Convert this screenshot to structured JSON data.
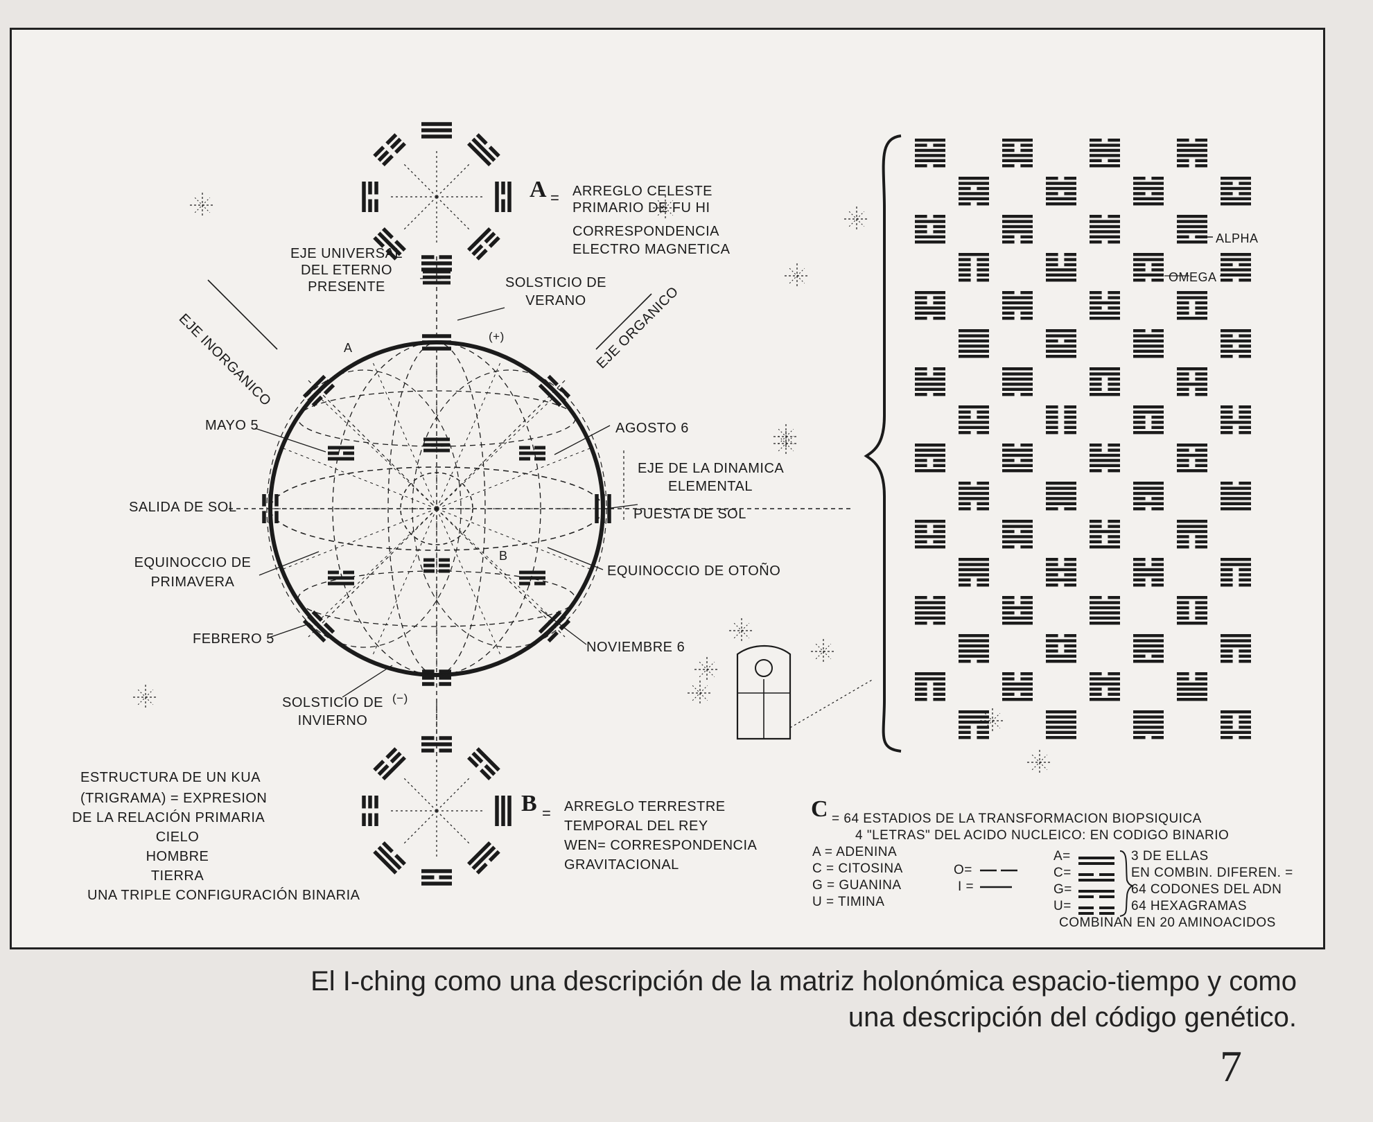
{
  "diagram_A": {
    "letter": "A",
    "eq": "=",
    "title": [
      "ARREGLO CELESTE",
      "PRIMARIO DE FU HI"
    ],
    "subtitle": [
      "CORRESPONDENCIA",
      "ELECTRO MAGNETICA"
    ]
  },
  "diagram_B": {
    "letter": "B",
    "eq": "=",
    "title": [
      "ARREGLO  TERRESTRE",
      "TEMPORAL  DEL REY",
      "WEN= CORRESPONDENCIA",
      "GRAVITACIONAL"
    ]
  },
  "circle_labels": {
    "eje_universal": [
      "EJE UNIVERSAL",
      "DEL ETERNO",
      "PRESENTE"
    ],
    "eje_inorganico": "EJE INORGANICO",
    "eje_organico": "EJE ORGANICO",
    "solsticio_verano": [
      "SOLSTICIO DE",
      "VERANO"
    ],
    "plus": "(+)",
    "minus": "(−)",
    "letter_a": "A",
    "letter_b": "B",
    "mayo": "MAYO 5",
    "agosto": "AGOSTO 6",
    "eje_dinamica": [
      "EJE DE LA DINAMICA",
      "ELEMENTAL"
    ],
    "salida": "SALIDA  DE SOL",
    "puesta": "PUESTA  DE SOL",
    "equinoccio_primavera": [
      "EQUINOCCIO DE",
      "PRIMAVERA"
    ],
    "equinoccio_otono": "EQUINOCCIO DE OTOÑO",
    "febrero": "FEBRERO 5",
    "noviembre": "NOVIEMBRE 6",
    "solsticio_invierno": [
      "SOLSTICIO DE",
      "INVIERNO"
    ]
  },
  "kua": {
    "lines": [
      "ESTRUCTURA DE UN KUA",
      "(TRIGRAMA) =  EXPRESION",
      "DE LA  RELACIÓN PRIMARIA",
      "CIELO",
      "HOMBRE",
      "TIERRA",
      "UNA TRIPLE  CONFIGURACIÓN  BINARIA"
    ]
  },
  "hexagram_grid": {
    "alpha": "ALPHA",
    "omega": "OMEGA"
  },
  "diagram_C": {
    "letter": "C",
    "title": "= 64 ESTADIOS DE LA TRANSFORMACION BIOPSIQUICA",
    "subtitle": "4 \"LETRAS\" DEL ACIDO NUCLEICO: EN CODIGO BINARIO",
    "bases": [
      "A = ADENINA",
      "C = CITOSINA",
      "G = GUANINA",
      "U = TIMINA"
    ],
    "binary": [
      "O=",
      "I ="
    ],
    "codes": [
      "A=",
      "C=",
      "G=",
      "U="
    ],
    "notes": [
      "3 DE ELLAS",
      "EN COMBIN. DIFEREN. =",
      "64 CODONES DEL ADN",
      "64 HEXAGRAMAS"
    ],
    "footer": "COMBINAN EN 20 AMINOACIDOS"
  },
  "caption": {
    "line1": "El I-ching como una descripción de la matriz holonómica espacio-tiempo y como",
    "line2": "una descripción del código genético."
  },
  "page_number": "7"
}
